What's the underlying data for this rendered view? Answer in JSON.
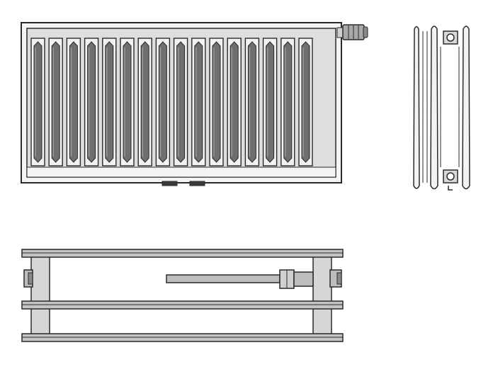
{
  "figure": {
    "background": "#ffffff",
    "stroke": "#2a2a2a",
    "panel_fill": "#f4f4f4",
    "fin_light": "#f2f2f2",
    "fin_dark": "#6f6f6f",
    "pipe_fill": "#bdbdbd",
    "pipe_dark": "#8a8a8a",
    "valve_fill": "#a9a9a9"
  },
  "front_view": {
    "fin_count": 16,
    "features": [
      "valve-head",
      "bottom-connectors"
    ]
  },
  "side_view": {
    "tube_count": 3,
    "features": [
      "top-port",
      "bottom-port"
    ]
  },
  "top_view": {
    "rail_count": 3,
    "features": [
      "left-ports",
      "right-ports",
      "supply-pipe",
      "valve-body"
    ]
  }
}
